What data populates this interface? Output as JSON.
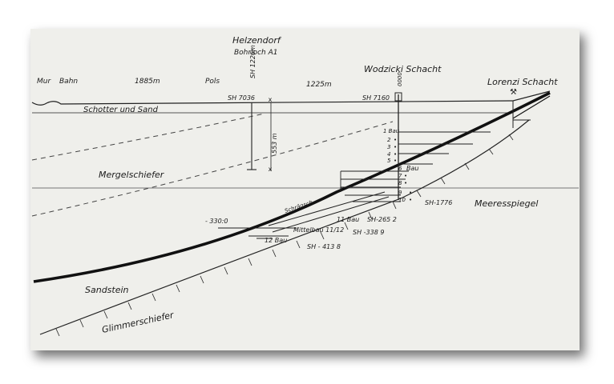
{
  "diagram": {
    "top_labels": {
      "mur": "Mur",
      "bahn": "Bahn",
      "dist_left": "1885m",
      "pols": "Pols",
      "dist_right": "1225m",
      "helzendorf": "Helzendorf",
      "bohrloch": "Bohrloch A1",
      "helz_elev": "SH 1226m",
      "wodzicki": "Wodzicki Schacht",
      "wod_elev": "SH 7160",
      "lorenzi": "Lorenzi Schacht",
      "sh_7036": "SH 7036"
    },
    "strata": {
      "schotter": "Schotter und Sand",
      "mergel": "Mergelschiefer",
      "meeresspiegel": "Meeresspiegel",
      "sandstein": "Sandstein",
      "glimmer": "Glimmerschiefer"
    },
    "borehole_depth": "553 m",
    "levels": [
      "1 Bau",
      "2",
      "3",
      "4",
      "5",
      "6",
      "7",
      "8",
      "9",
      "10"
    ],
    "level_marks": [
      "•",
      "•",
      "•",
      "•",
      "•",
      "•",
      "•",
      "•",
      "•",
      "•"
    ],
    "annotations": {
      "bau_6": "Bau",
      "sh_1776": "SH-1776",
      "minus_330": "- 330:0",
      "schraeg": "Schrägsch.",
      "bau_11": "11 Bau",
      "sh_2652": "SH-265 2",
      "mittelbau": "Mittelbau 11/12",
      "sh_3389": "SH -338 9",
      "bau_12": "12 Bau",
      "sh_4138": "SH - 413 8"
    }
  }
}
